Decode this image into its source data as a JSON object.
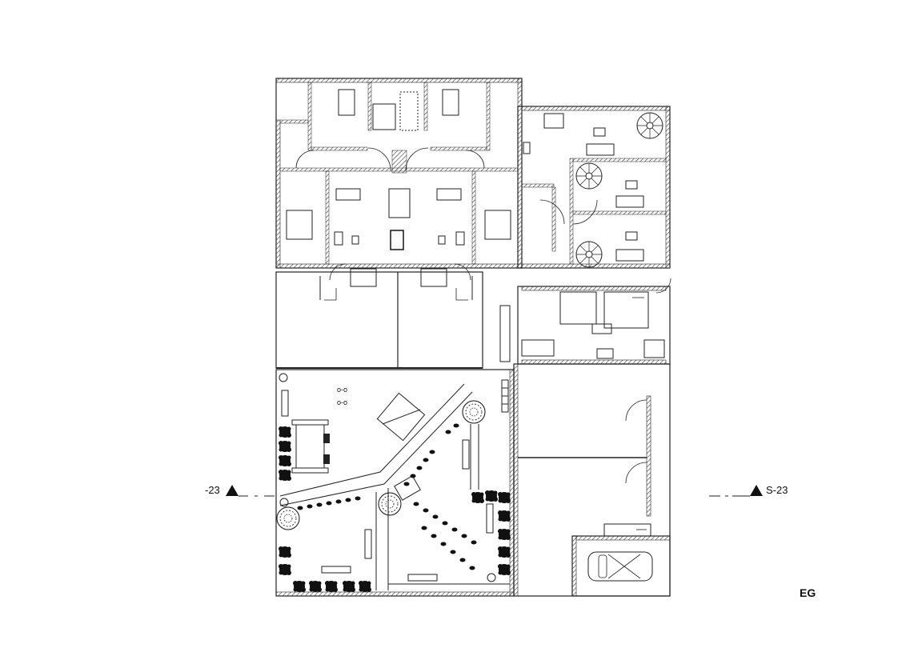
{
  "section_marks": {
    "left_label": "-23",
    "right_label": "S-23"
  },
  "floor_label": "EG",
  "colors": {
    "line": "#222222",
    "hatch": "#555555",
    "background": "#ffffff"
  }
}
